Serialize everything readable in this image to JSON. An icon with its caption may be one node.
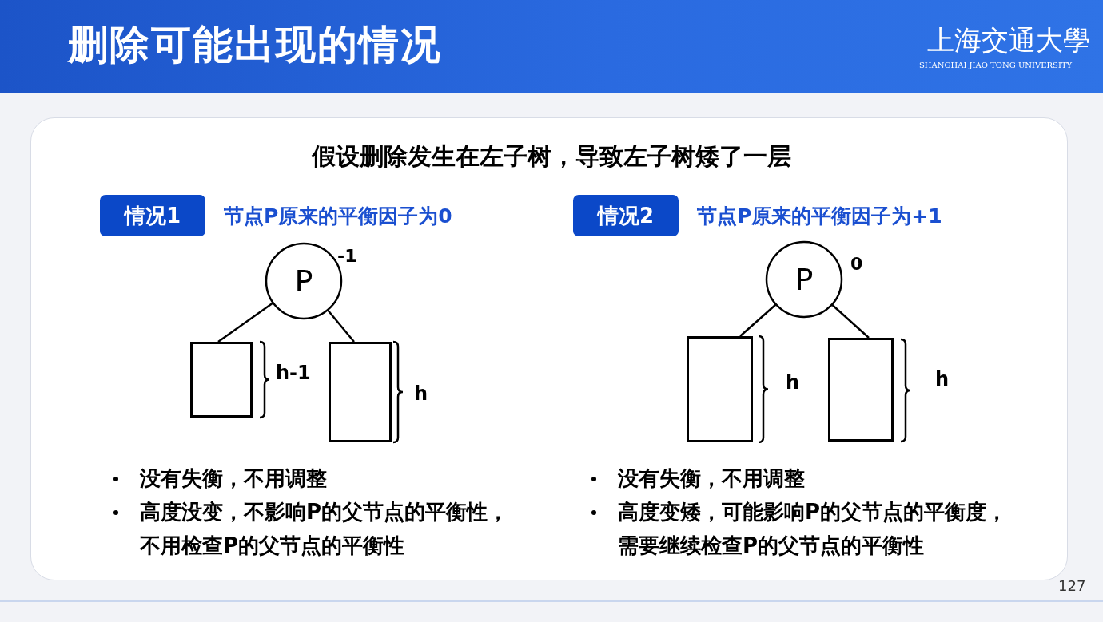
{
  "diagram": {
    "title": "删除可能出现的情况",
    "nodes": [
      {
        "text": [
          "情况1"
        ]
      },
      {
        "text": [
          "P"
        ],
        "beside": [
          "-1"
        ]
      },
      {
        "text": [],
        "shape": "box"
      },
      {
        "text": [],
        "shape": "box"
      },
      {
        "text": [
          "情况2"
        ]
      },
      {
        "text": [
          "P"
        ],
        "beside": [
          "0"
        ]
      },
      {
        "text": [],
        "shape": "box"
      },
      {
        "text": [],
        "shape": "box"
      }
    ],
    "edges": [
      {
        "from": 1,
        "to": 2,
        "arrow": "none"
      },
      {
        "from": 1,
        "to": 3,
        "arrow": "none"
      },
      {
        "from": 5,
        "to": 6,
        "arrow": "none"
      },
      {
        "from": 5,
        "to": 7,
        "arrow": "none"
      }
    ],
    "labels": [
      "上海交通大學",
      "SHANGHAI JIAO TONG UNIVERSITY",
      "假设删除发生在左子树，导致左子树矮了一层",
      "节点P原来的平衡因子为0",
      "节点P原来的平衡因子为+1",
      "h-1",
      "h",
      "h",
      "h",
      "没有失衡，不用调整",
      "高度没变，不影响P的父节点的平衡性，不用检查P的父节点的平衡性",
      "没有失衡，不用调整",
      "高度变矮，可能影响P的父节点的平衡度，需要继续检查P的父节点的平衡性",
      "127"
    ]
  }
}
